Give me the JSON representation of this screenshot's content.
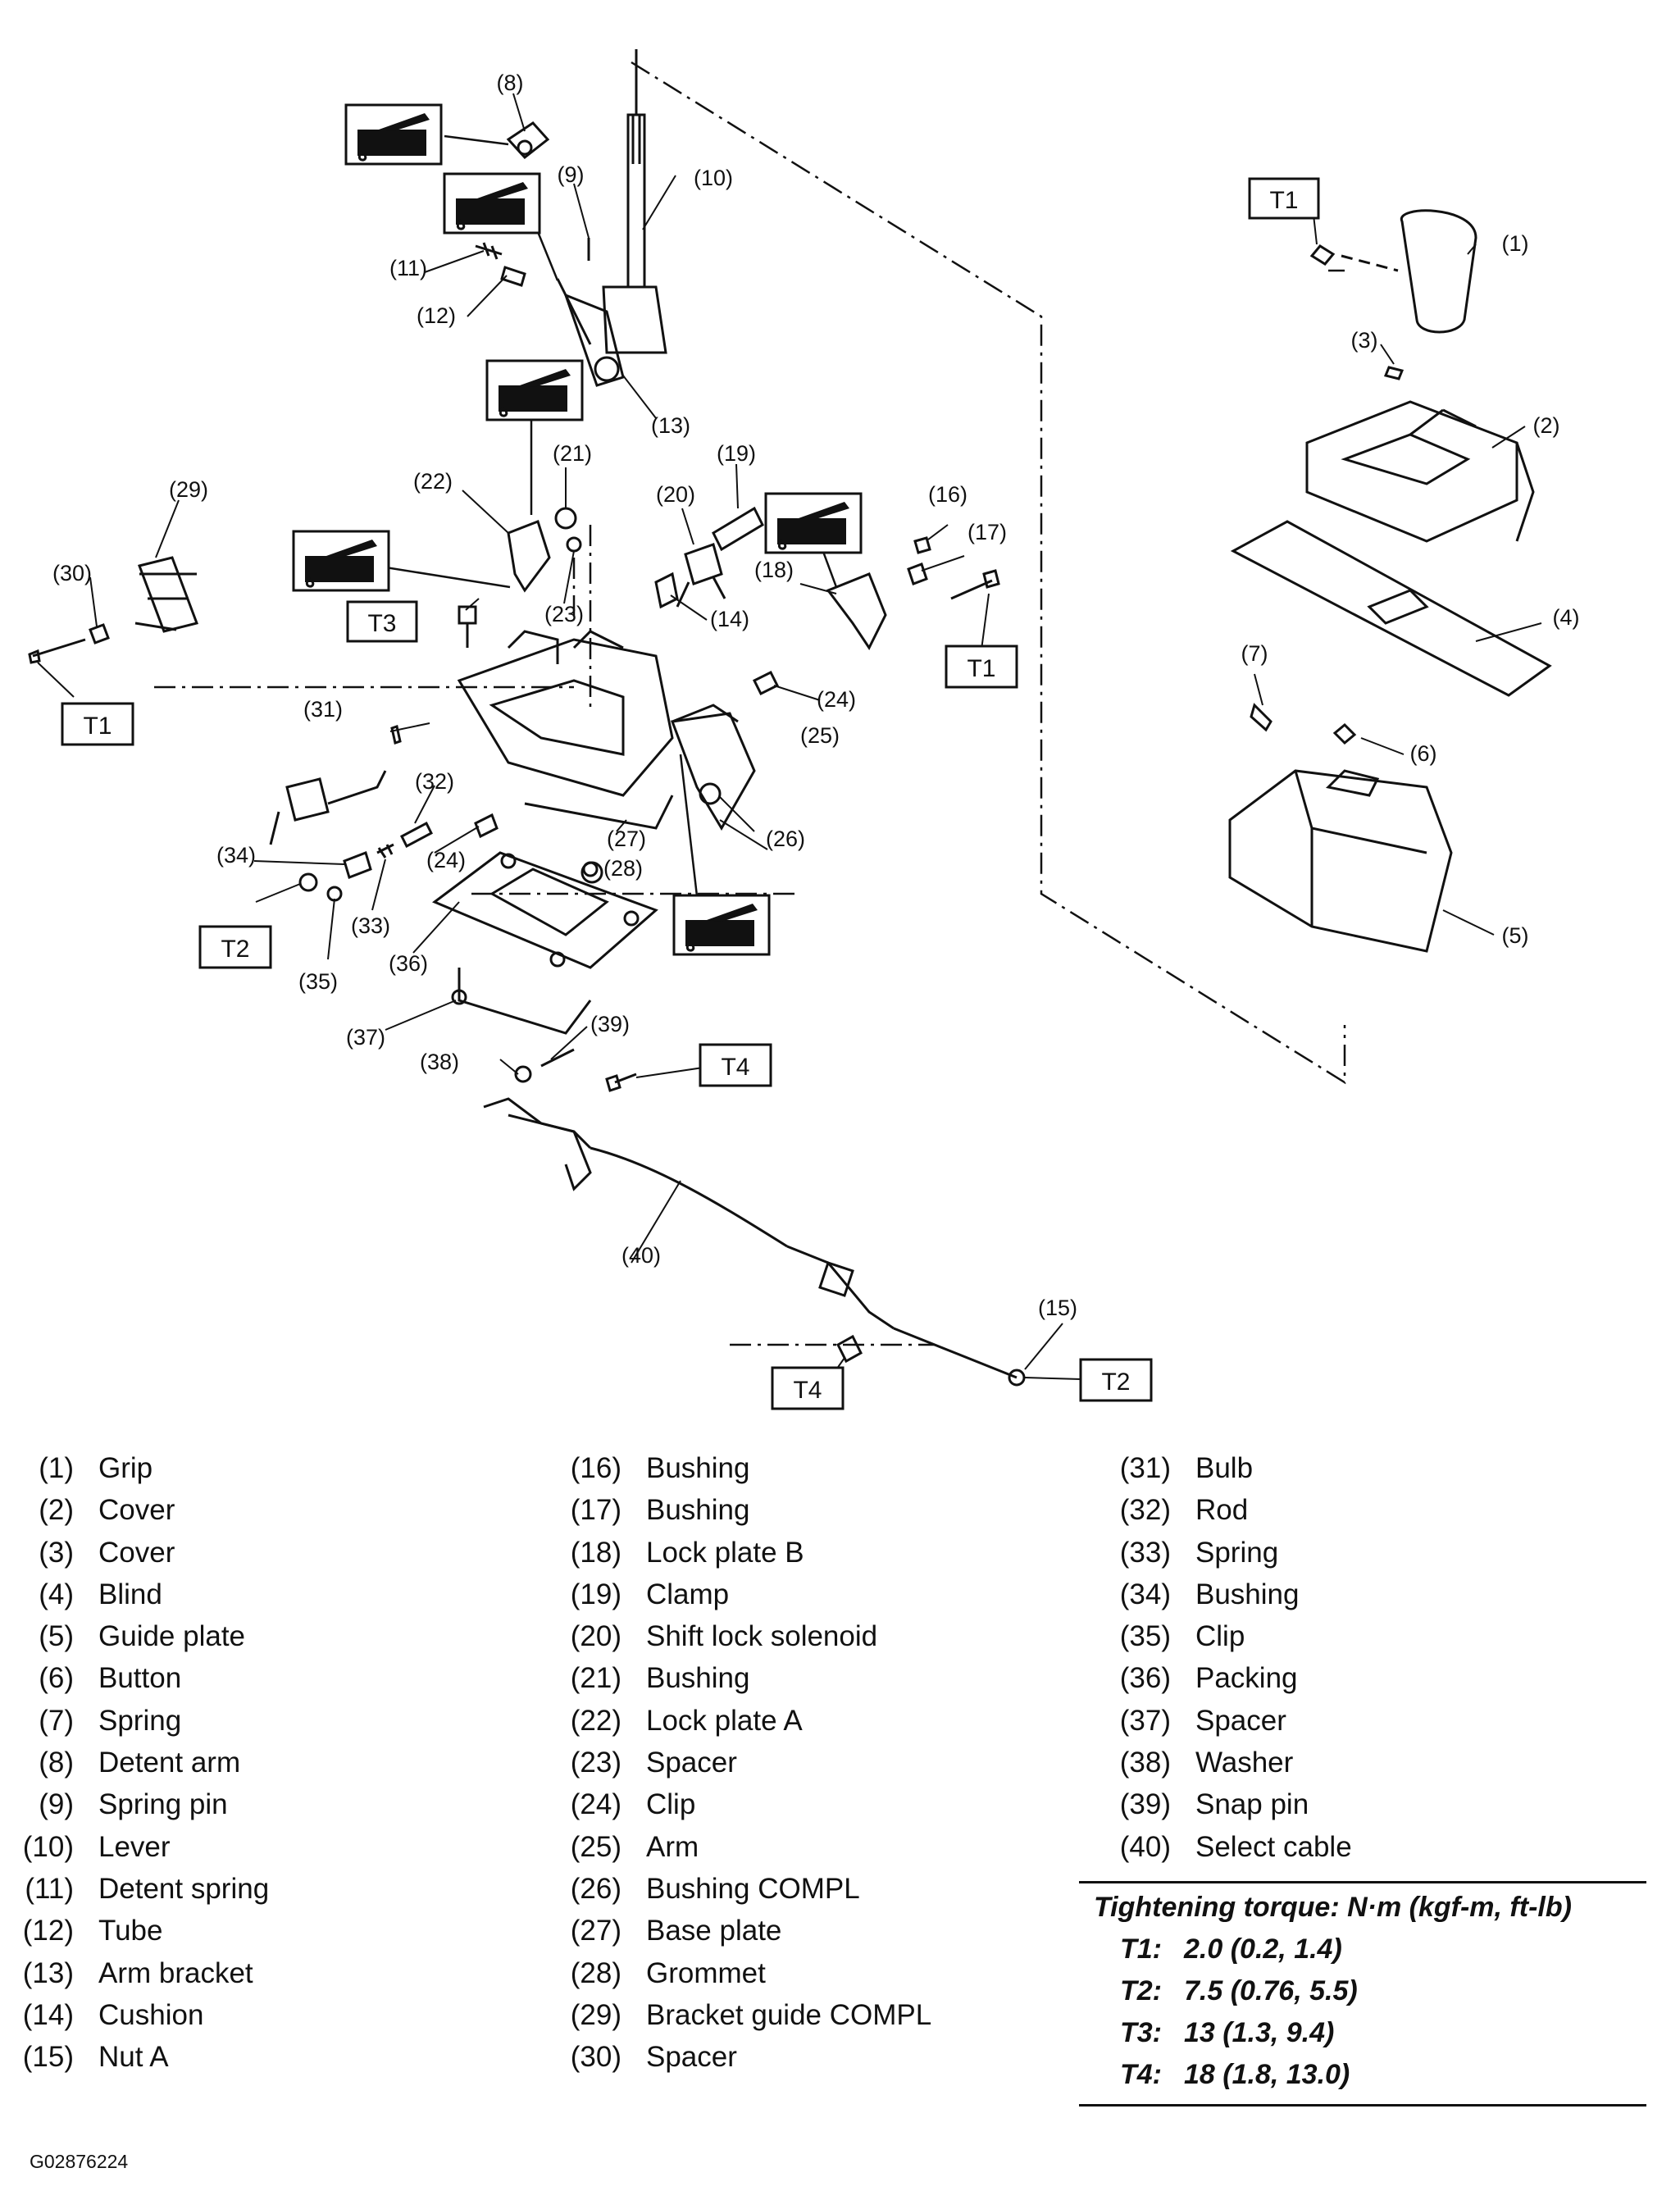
{
  "callouts": [
    "(1)",
    "(2)",
    "(3)",
    "(4)",
    "(5)",
    "(6)",
    "(7)",
    "(8)",
    "(9)",
    "(10)",
    "(11)",
    "(12)",
    "(13)",
    "(14)",
    "(15)",
    "(16)",
    "(17)",
    "(18)",
    "(19)",
    "(20)",
    "(21)",
    "(22)",
    "(23)",
    "(24)",
    "(25)",
    "(26)",
    "(27)",
    "(28)",
    "(29)",
    "(30)",
    "(31)",
    "(32)",
    "(33)",
    "(34)",
    "(35)",
    "(36)",
    "(37)",
    "(38)",
    "(39)",
    "(40)"
  ],
  "torque_tags": {
    "t1": "T1",
    "t2": "T2",
    "t3": "T3",
    "t4": "T4"
  },
  "legend": {
    "col1": [
      {
        "num": "(1)",
        "name": "Grip"
      },
      {
        "num": "(2)",
        "name": "Cover"
      },
      {
        "num": "(3)",
        "name": "Cover"
      },
      {
        "num": "(4)",
        "name": "Blind"
      },
      {
        "num": "(5)",
        "name": "Guide plate"
      },
      {
        "num": "(6)",
        "name": "Button"
      },
      {
        "num": "(7)",
        "name": "Spring"
      },
      {
        "num": "(8)",
        "name": "Detent arm"
      },
      {
        "num": "(9)",
        "name": "Spring pin"
      },
      {
        "num": "(10)",
        "name": "Lever"
      },
      {
        "num": "(11)",
        "name": "Detent spring"
      },
      {
        "num": "(12)",
        "name": "Tube"
      },
      {
        "num": "(13)",
        "name": "Arm bracket"
      },
      {
        "num": "(14)",
        "name": "Cushion"
      },
      {
        "num": "(15)",
        "name": "Nut A"
      }
    ],
    "col2": [
      {
        "num": "(16)",
        "name": "Bushing"
      },
      {
        "num": "(17)",
        "name": "Bushing"
      },
      {
        "num": "(18)",
        "name": "Lock plate B"
      },
      {
        "num": "(19)",
        "name": "Clamp"
      },
      {
        "num": "(20)",
        "name": "Shift lock solenoid"
      },
      {
        "num": "(21)",
        "name": "Bushing"
      },
      {
        "num": "(22)",
        "name": "Lock plate A"
      },
      {
        "num": "(23)",
        "name": "Spacer"
      },
      {
        "num": "(24)",
        "name": "Clip"
      },
      {
        "num": "(25)",
        "name": "Arm"
      },
      {
        "num": "(26)",
        "name": "Bushing COMPL"
      },
      {
        "num": "(27)",
        "name": "Base plate"
      },
      {
        "num": "(28)",
        "name": "Grommet"
      },
      {
        "num": "(29)",
        "name": "Bracket guide COMPL"
      },
      {
        "num": "(30)",
        "name": "Spacer"
      }
    ],
    "col3": [
      {
        "num": "(31)",
        "name": "Bulb"
      },
      {
        "num": "(32)",
        "name": "Rod"
      },
      {
        "num": "(33)",
        "name": "Spring"
      },
      {
        "num": "(34)",
        "name": "Bushing"
      },
      {
        "num": "(35)",
        "name": "Clip"
      },
      {
        "num": "(36)",
        "name": "Packing"
      },
      {
        "num": "(37)",
        "name": "Spacer"
      },
      {
        "num": "(38)",
        "name": "Washer"
      },
      {
        "num": "(39)",
        "name": "Snap pin"
      },
      {
        "num": "(40)",
        "name": "Select cable"
      }
    ]
  },
  "torque_table": {
    "title": "Tightening torque: N·m (kgf-m, ft-lb)",
    "rows": [
      {
        "key": "T1:",
        "value": "2.0 (0.2, 1.4)"
      },
      {
        "key": "T2:",
        "value": "7.5 (0.76, 5.5)"
      },
      {
        "key": "T3:",
        "value": "13 (1.3, 9.4)"
      },
      {
        "key": "T4:",
        "value": "18 (1.8, 13.0)"
      }
    ]
  },
  "figure_id": "G02876224",
  "icon_names": [
    "grease-application-icon"
  ]
}
